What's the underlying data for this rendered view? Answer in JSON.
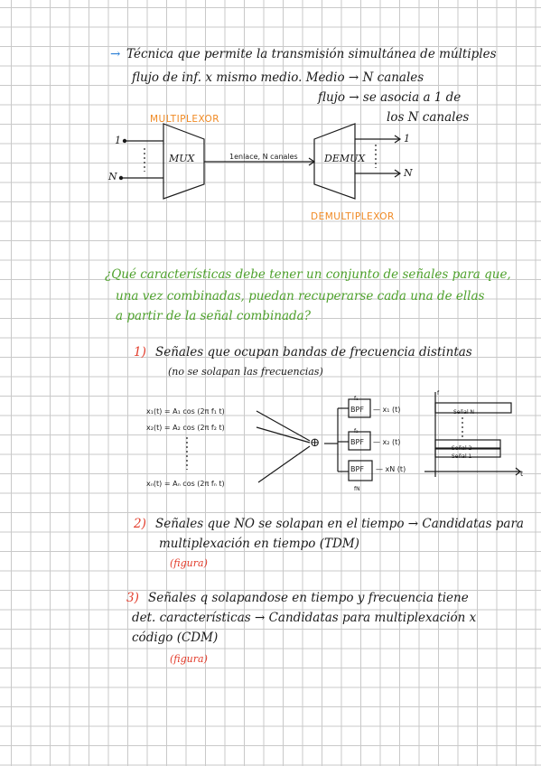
{
  "note": {
    "intro": {
      "arrow_glyph": "→",
      "line1": "Técnica que permite la transmisión simultánea de múltiples",
      "line2": "flujo de inf. x mismo medio. Medio → N canales",
      "line3": "flujo → se asocia a 1 de",
      "line4": "los N canales"
    },
    "diagram_mux": {
      "label_multiplexor": "MULTIPLEXOR",
      "label_demultiplexor": "DEMULTIPLEXOR",
      "mux_box": "MUX",
      "demux_box": "DEMUX",
      "link_label": "1enlace, N canales",
      "input_1": "1",
      "input_n": "N",
      "output_1": "1",
      "output_n": "N"
    },
    "question": {
      "line1": "¿Qué características debe tener un conjunto de señales para que,",
      "line2": "una vez combinadas, puedan recuperarse cada una de ellas",
      "line3": "a partir de la señal combinada?"
    },
    "point1": {
      "number": "1)",
      "line1": "Señales que ocupan bandas de frecuencia distintas",
      "line2": "(no se solapan las frecuencias)"
    },
    "diagram_fdm": {
      "eq1": "x₁(t) = A₁ cos (2π f₁ t)",
      "eq2": "x₂(t) = A₂ cos (2π f₂ t)",
      "eqn": "xₙ(t) = Aₙ cos (2π fₙ t)",
      "sum": "⊕",
      "bpf_1": "BPF",
      "bpf_2": "BPF",
      "bpf_n": "BPF",
      "f1": "f₁",
      "f2": "f₂",
      "fn": "fN",
      "out_1": "— x₁ (t)",
      "out_2": "— x₂ (t)",
      "out_n": "— xN (t)",
      "axis_f": "f",
      "axis_t": "t",
      "band_n": "Señal N",
      "band_2": "Señal 2",
      "band_1": "Señal 1"
    },
    "point2": {
      "number": "2)",
      "line1": "Señales que NO se solapan en el tiempo → Candidatas para",
      "line2": "multiplexación en tiempo (TDM)",
      "figure": "(figura)"
    },
    "point3": {
      "number": "3)",
      "line1": "Señales q solapandose en tiempo y frecuencia tiene",
      "line2": "det. características → Candidatas para multiplexación x",
      "line3": "código (CDM)",
      "figure": "(figura)"
    }
  },
  "colors": {
    "ink": "#1a1a1a",
    "blue": "#2a7fd6",
    "orange": "#f08a24",
    "green": "#4ea12c",
    "red": "#e23b2a",
    "grid": "#c9c9c9"
  }
}
